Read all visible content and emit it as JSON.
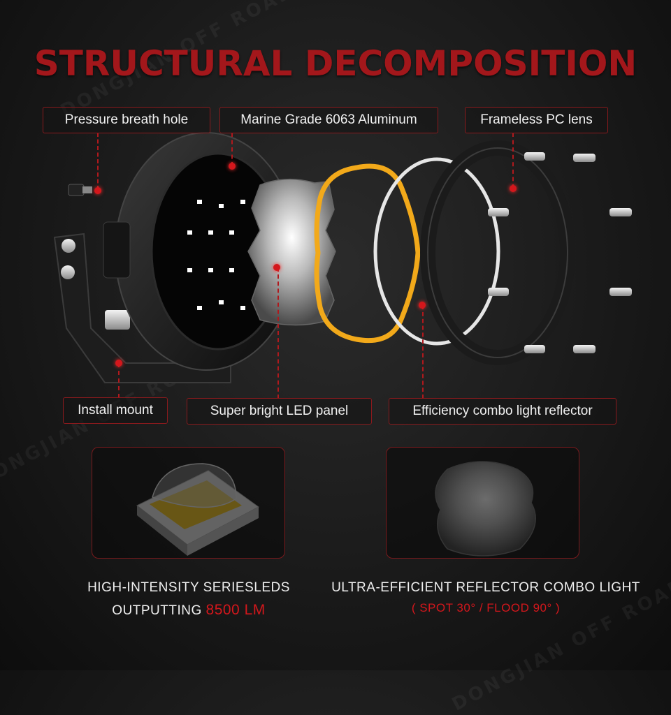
{
  "title": "STRUCTURAL DECOMPOSITION",
  "callouts": {
    "pressure_hole": "Pressure breath hole",
    "aluminum": "Marine Grade 6063 Aluminum",
    "pc_lens": "Frameless PC lens",
    "mount": "Install mount",
    "led_panel": "Super bright LED panel",
    "reflector": "Efficiency combo light reflector"
  },
  "features": {
    "left_line1": "HIGH-INTENSITY SERIESLEDS",
    "left_line2_prefix": "OUTPUTTING ",
    "left_line2_value": "8500 LM",
    "right_line1": "ULTRA-EFFICIENT REFLECTOR COMBO LIGHT",
    "right_line2": "( SPOT 30° / FLOOD 90° )"
  },
  "watermark": "DONGJIAN OFF ROAD LIGHT",
  "colors": {
    "accent": "#a3171b",
    "highlight": "#d4171c",
    "amber": "#f2a91a"
  }
}
